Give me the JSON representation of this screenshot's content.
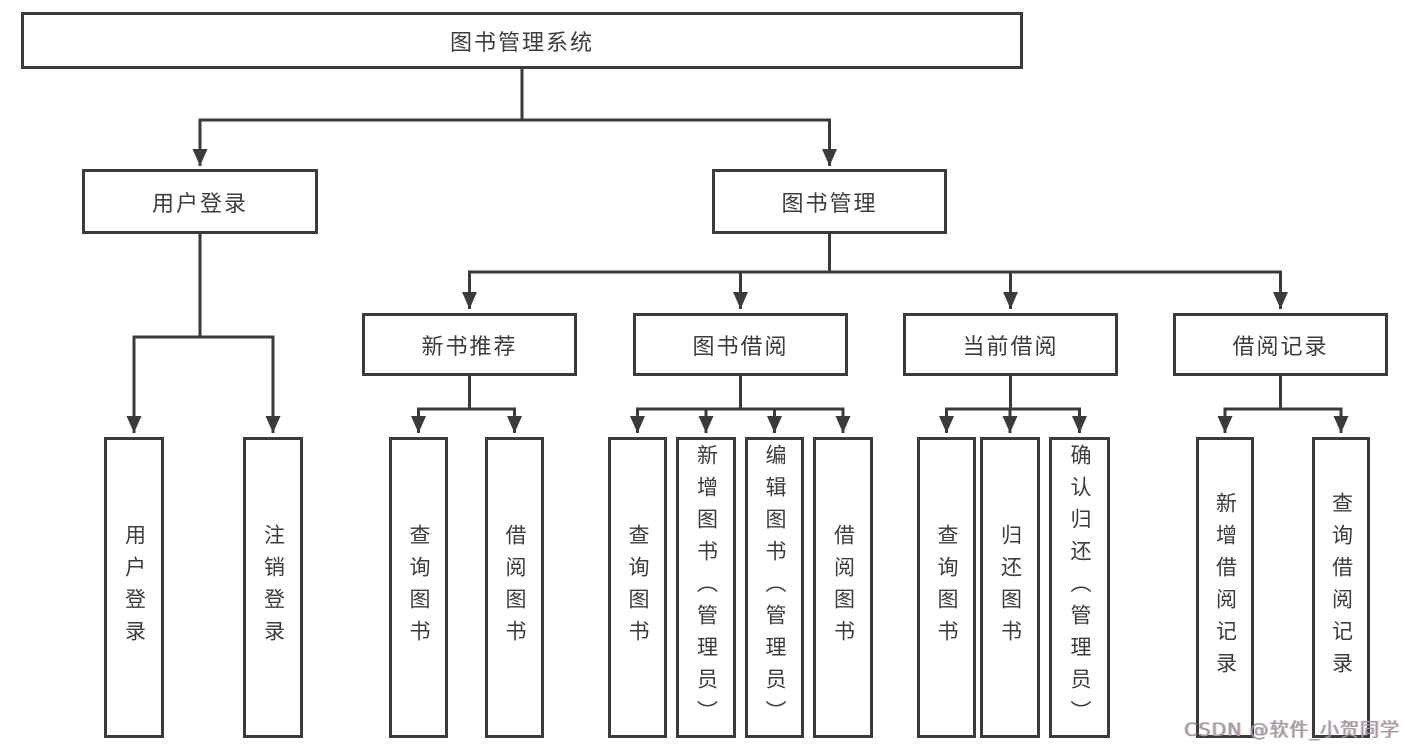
{
  "colors": {
    "line": "#3b3b3b",
    "text": "#3c3c3c",
    "box_background": "#ffffff",
    "page_background": "#ffffff",
    "watermark": "#9e9e9e"
  },
  "watermark": {
    "text": "CSDN @软件_小贺同学"
  },
  "diagram": {
    "root": {
      "label": "图书管理系统"
    },
    "branches": [
      {
        "label": "用户登录",
        "children": [
          "用户登录",
          "注销登录"
        ]
      },
      {
        "label": "图书管理",
        "children": [
          {
            "label": "新书推荐",
            "children": [
              "查询图书",
              "借阅图书"
            ]
          },
          {
            "label": "图书借阅",
            "children": [
              "查询图书",
              "新增图书（管理员）",
              "编辑图书（管理员）",
              "借阅图书"
            ]
          },
          {
            "label": "当前借阅",
            "children": [
              "查询图书",
              "归还图书",
              "确认归还（管理员）"
            ]
          },
          {
            "label": "借阅记录",
            "children": [
              "新增借阅记录",
              "查询借阅记录"
            ]
          }
        ]
      }
    ]
  }
}
